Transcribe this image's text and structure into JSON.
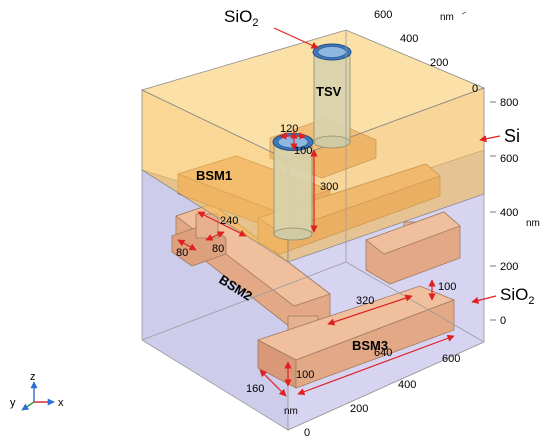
{
  "labels": {
    "sio2_top": "SiO",
    "sio2_right": "SiO",
    "sub2": "2",
    "si": "Si",
    "tsv": "TSV",
    "bsm1": "BSM1",
    "bsm2": "BSM2",
    "bsm3": "BSM3"
  },
  "dims": {
    "d120": "120",
    "d100_top": "100",
    "d300": "300",
    "d240": "240",
    "d80a": "80",
    "d80b": "80",
    "d320": "320",
    "d100_right": "100",
    "d640": "640",
    "d100_bottom": "100",
    "d160": "160"
  },
  "axis_top": {
    "ticks": [
      "600",
      "400",
      "200",
      "0"
    ],
    "unit": "nm"
  },
  "axis_right": {
    "ticks": [
      "800",
      "600",
      "400",
      "200",
      "0"
    ],
    "unit": "nm"
  },
  "axis_bottom": {
    "ticks": [
      "600",
      "400",
      "200",
      "0"
    ],
    "unit": "nm"
  },
  "triad": {
    "x": "x",
    "y": "y",
    "z": "z"
  },
  "colors": {
    "si_layer": "#f6bd4c",
    "sio2_box": "#b9b6df",
    "metal": "#e3a987",
    "tsv_body": "#d7d3ad",
    "tsv_ring": "#3f78b8",
    "arrow": "#e02020"
  }
}
